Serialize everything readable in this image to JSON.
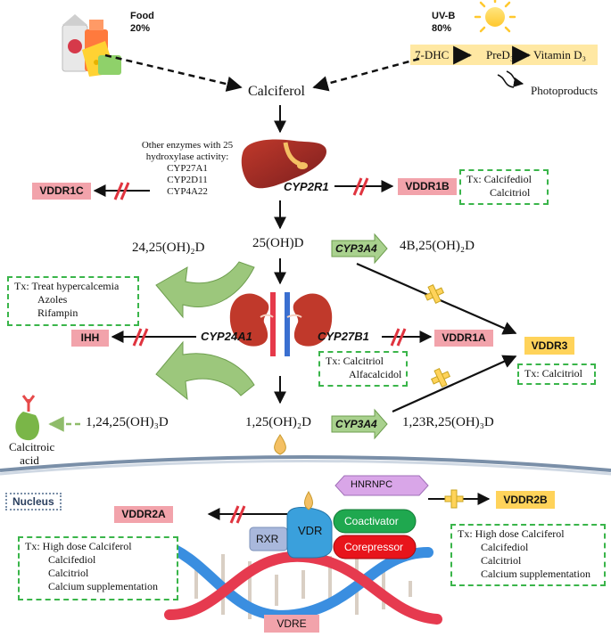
{
  "sources": {
    "food_label": "Food",
    "food_pct": "20%",
    "uvb_label": "UV-B",
    "uvb_pct": "80%"
  },
  "skin_pathway": [
    "7-DHC",
    "PreD₃",
    "Vitamin D₃"
  ],
  "photoproducts": "Photoproducts",
  "calciferol": "Calciferol",
  "other_enzymes": [
    "Other enzymes with 25",
    "hydroxylase activity:",
    "CYP27A1",
    "CYP2D11",
    "CYP4A22"
  ],
  "enzymes": {
    "cyp2r1": "CYP2R1",
    "cyp3a4_top": "CYP3A4",
    "cyp24a1": "CYP24A1",
    "cyp27b1": "CYP27B1",
    "cyp3a4_bottom": "CYP3A4"
  },
  "metabolites": {
    "oh25d": "25(OH)D",
    "oh2425d": "24,25(OH)₂D",
    "b425": "4B,25(OH)₂D",
    "oh12425d": "1,24,25(OH)₃D",
    "oh125d": "1,25(OH)₂D",
    "r123": "1,23R,25(OH)₃D",
    "calcitroic": [
      "Calcitroic",
      "acid"
    ]
  },
  "disorders": {
    "vddr1c": "VDDR1C",
    "vddr1b": "VDDR1B",
    "ihh": "IHH",
    "vddr1a": "VDDR1A",
    "vddr3": "VDDR3",
    "vddr2a": "VDDR2A",
    "vddr2b": "VDDR2B"
  },
  "treatments": {
    "vddr1b": [
      "Tx: Calcifediol",
      "Calcitriol"
    ],
    "ihh": [
      "Tx: Treat hypercalcemia",
      "Azoles",
      "Rifampin"
    ],
    "vddr1a": [
      "Tx: Calcitriol",
      "Alfacalcidol"
    ],
    "vddr3": [
      "Tx: Calcitriol"
    ],
    "vddr2a": [
      "Tx: High dose Calciferol",
      "Calcifediol",
      "Calcitriol",
      "Calcium supplementation"
    ],
    "vddr2b": [
      "Tx: High dose Calciferol",
      "Calcifediol",
      "Calcitriol",
      "Calcium supplementation"
    ]
  },
  "nucleus": {
    "label": "Nucleus",
    "hnrnpc": "HNRNPC",
    "vdr": "VDR",
    "rxr": "RXR",
    "coactivator": "Coactivator",
    "corepressor": "Corepressor",
    "vdre": "VDRE"
  },
  "colors": {
    "disorder_pink": "#f2a3ab",
    "disorder_yellow": "#ffd35a",
    "tx_border": "#3ab54a",
    "enzyme_arrow": "#a9d18e",
    "recycle_arrow": "#8fbc6a",
    "block_mark": "#e0343f",
    "coactivator": "#1fa84f",
    "corepressor": "#e8141b",
    "vdr": "#3aa0dc",
    "rxr": "#a9b8dc",
    "hnrnpc": "#d9a6e8",
    "dna_blue": "#3a8ee0",
    "dna_red": "#e63a4f"
  }
}
